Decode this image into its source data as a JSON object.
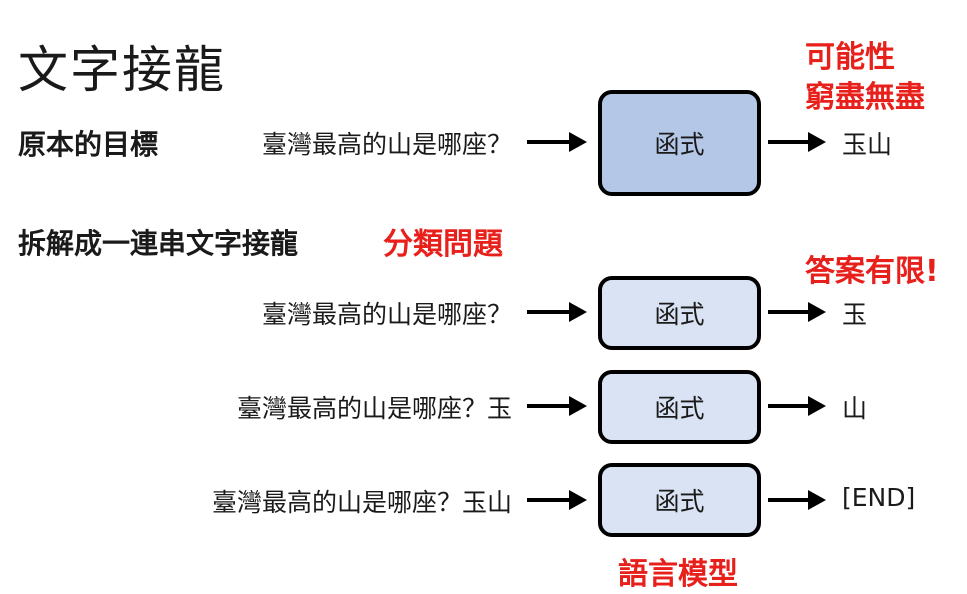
{
  "title": "文字接龍",
  "original_goal_label": "原本的目標",
  "possibility_note": [
    "可能性",
    "窮盡無盡"
  ],
  "decompose_label": "拆解成一連串文字接龍",
  "classification_note": "分類問題",
  "finite_answers_note": "答案有限!",
  "language_model_note": "語言模型",
  "original_row": {
    "input": "臺灣最高的山是哪座？",
    "function": "函式",
    "output": "玉山"
  },
  "steps": [
    {
      "input": "臺灣最高的山是哪座？",
      "function": "函式",
      "output": "玉"
    },
    {
      "input": "臺灣最高的山是哪座？玉",
      "function": "函式",
      "output": "山"
    },
    {
      "input": "臺灣最高的山是哪座？玉山",
      "function": "函式",
      "output": "[END]"
    }
  ],
  "colors": {
    "accent_red": "#e8201c",
    "box_dark": "#b4c7e7",
    "box_light": "#dae3f3"
  }
}
